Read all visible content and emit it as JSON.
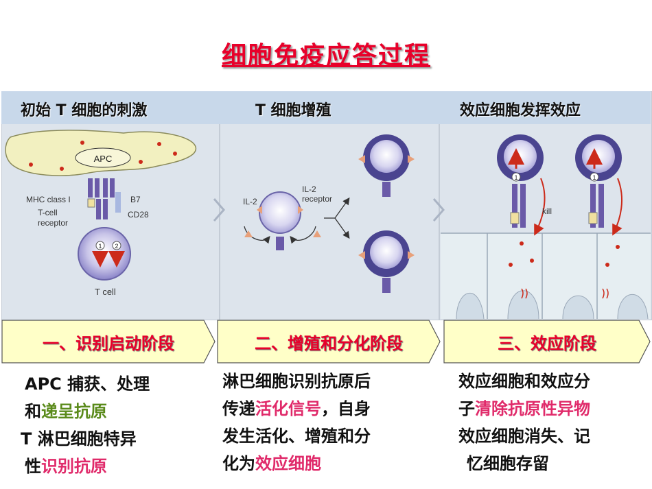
{
  "title": "细胞免疫应答过程",
  "headers": [
    "初始 T 细胞的刺激",
    "T 细胞增殖",
    "效应细胞发挥效应"
  ],
  "panel1_labels": {
    "apc": "APC",
    "mhc": "MHC class I",
    "tcr1": "T-cell",
    "tcr2": "receptor",
    "b7": "B7",
    "cd28": "CD28",
    "tcell": "T cell",
    "n1": "1",
    "n2": "2"
  },
  "panel2_labels": {
    "il2_left": "IL-2",
    "il2_right1": "IL-2",
    "il2_right2": "receptor"
  },
  "panel3_labels": {
    "kill": "kill",
    "n1": "1"
  },
  "stages": [
    "一、识别启动阶段",
    "二、增殖和分化阶段",
    "三、效应阶段"
  ],
  "desc1": {
    "l1": "APC 捕获、处理",
    "l2a": "和",
    "l2b": "递呈抗原",
    "l3": "T 淋巴细胞特异",
    "l4a": "性",
    "l4b": "识别抗原"
  },
  "desc2": {
    "l1": "淋巴细胞识别抗原后",
    "l2a": "传递",
    "l2b": "活化信号",
    "l2c": "，自身",
    "l3": "发生活化、增殖和分",
    "l4a": "化为",
    "l4b": "效应细胞"
  },
  "desc3": {
    "l1": "效应细胞和效应分",
    "l2a": "子",
    "l2b": "清除抗原性异物",
    "l3": " 效应细胞消失、记",
    "l4": "忆细胞存留"
  },
  "colors": {
    "title": "#e8002a",
    "green": "#5a8a1a",
    "pink": "#e02a6a",
    "stage_fill": "#ffffc8"
  }
}
